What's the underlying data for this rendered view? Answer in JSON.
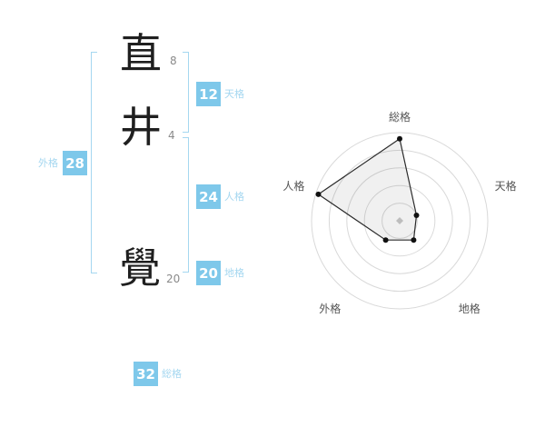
{
  "name_panel": {
    "characters": [
      {
        "char": "直",
        "strokes": "8"
      },
      {
        "char": "井",
        "strokes": "4"
      },
      {
        "char": "覺",
        "strokes": "20"
      }
    ],
    "kaku": {
      "tenkaku": {
        "value": "12",
        "label": "天格"
      },
      "jinkaku": {
        "value": "24",
        "label": "人格"
      },
      "chikaku": {
        "value": "20",
        "label": "地格"
      },
      "gaikaku": {
        "value": "28",
        "label": "外格"
      },
      "soukaku": {
        "value": "32",
        "label": "総格"
      }
    }
  },
  "colors": {
    "badge_bg": "#7ec8ea",
    "badge_text": "#ffffff",
    "label_text": "#a5d7f0",
    "bracket": "#a5d7f0",
    "stroke_count_text": "#8a8a8a",
    "char_text": "#1f1f1f",
    "ring_stroke": "#d9d9d9",
    "radar_label": "#555555",
    "polygon_fill": "rgba(0,0,0,0.06)",
    "polygon_stroke": "#2b2b2b",
    "point_fill": "#111111",
    "center_marker": "#bdbdbd"
  },
  "chart_data": {
    "type": "radar",
    "title": "",
    "categories": [
      "総格",
      "天格",
      "地格",
      "外格",
      "人格"
    ],
    "values": [
      32,
      12,
      20,
      28,
      24
    ],
    "rings": 5,
    "start_angle_deg": -90,
    "direction": "clockwise",
    "radius_fractions": [
      0.93,
      0.2,
      0.27,
      0.27,
      0.97
    ],
    "legend": "none",
    "grid": "concentric-circles"
  }
}
